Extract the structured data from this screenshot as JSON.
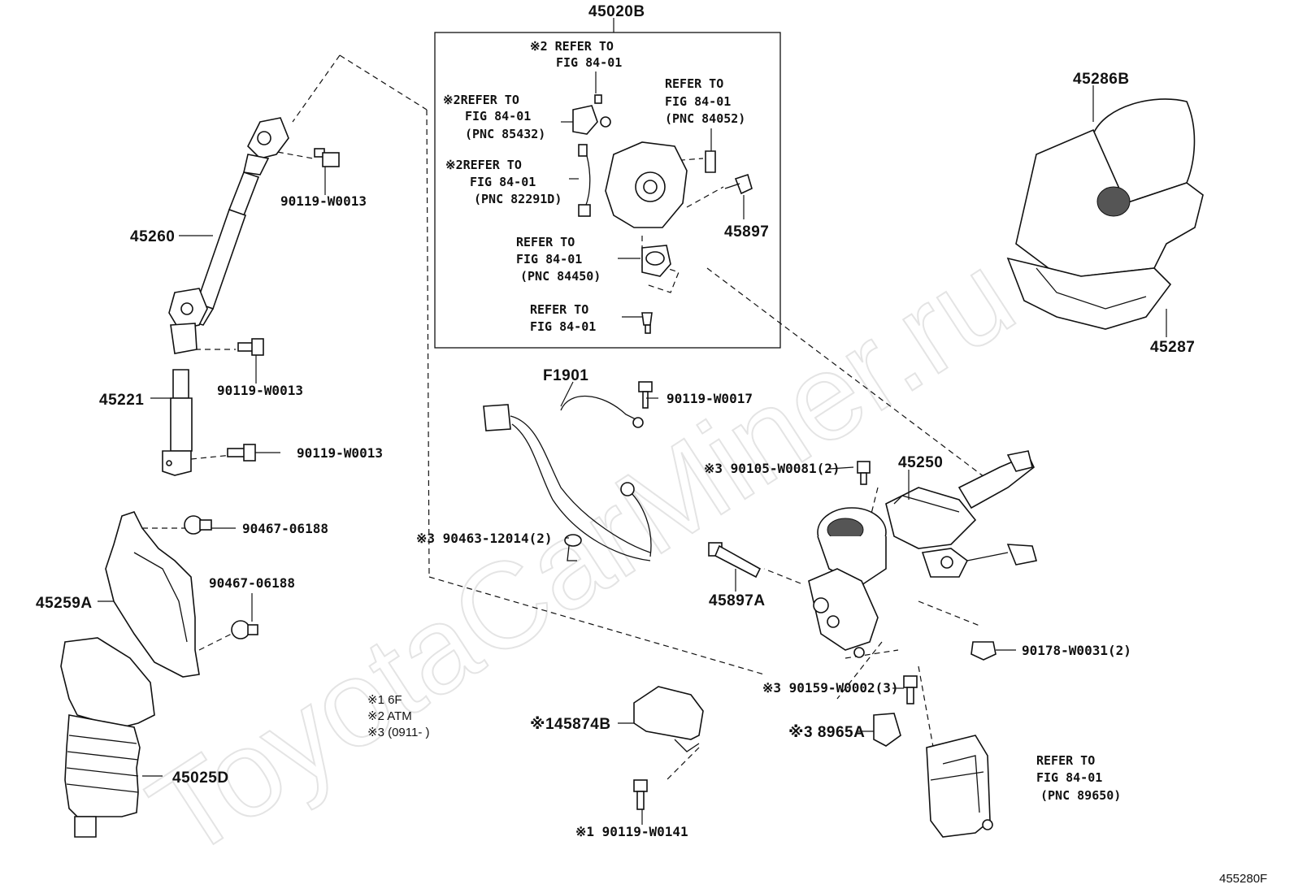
{
  "watermark": "ToyotaCarMiner.ru",
  "diagram_code": "455280F",
  "assembly_box_label": "45020B",
  "notes": [
    "※1 6F",
    "※2 ATM",
    "※3 (0911-      )"
  ],
  "callouts": {
    "c45020b_ref1_line1": "※2 REFER TO",
    "c45020b_ref1_line2": "FIG 84-01",
    "c85432_line1": "※2REFER TO",
    "c85432_line2": "FIG 84-01",
    "c85432_line3": "(PNC 85432)",
    "c84052_line1": "REFER TO",
    "c84052_line2": "FIG 84-01",
    "c84052_line3": "(PNC 84052)",
    "c82291d_line1": "※2REFER TO",
    "c82291d_line2": "FIG 84-01",
    "c82291d_line3": "(PNC 82291D)",
    "c84450_line1": "REFER TO",
    "c84450_line2": "FIG 84-01",
    "c84450_line3": "(PNC 84450)",
    "cbolt_line1": "REFER TO",
    "cbolt_line2": "FIG 84-01",
    "c89650_line1": "REFER TO",
    "c89650_line2": "FIG 84-01",
    "c89650_line3": "(PNC 89650)"
  },
  "part_labels": {
    "p45897": "45897",
    "p45260": "45260",
    "p90119_w0013_a": "90119-W0013",
    "p90119_w0013_b": "90119-W0013",
    "p90119_w0013_c": "90119-W0013",
    "p45221": "45221",
    "p90467_06188_a": "90467-06188",
    "p90467_06188_b": "90467-06188",
    "p45259a": "45259A",
    "p45025d": "45025D",
    "pf1901": "F1901",
    "p90119_w0017": "90119-W0017",
    "p90105_w0081": "※3 90105-W0081(2)",
    "p45250": "45250",
    "p90463_12014": "※3 90463-12014(2)",
    "p45897a": "45897A",
    "p90178_w0031": "90178-W0031(2)",
    "p90159_w0002": "※3 90159-W0002(3)",
    "p45874b": "※145874B",
    "p8965a": "※3 8965A",
    "p90119_w0141": "※1 90119-W0141",
    "p45286b": "45286B",
    "p45287": "45287"
  }
}
